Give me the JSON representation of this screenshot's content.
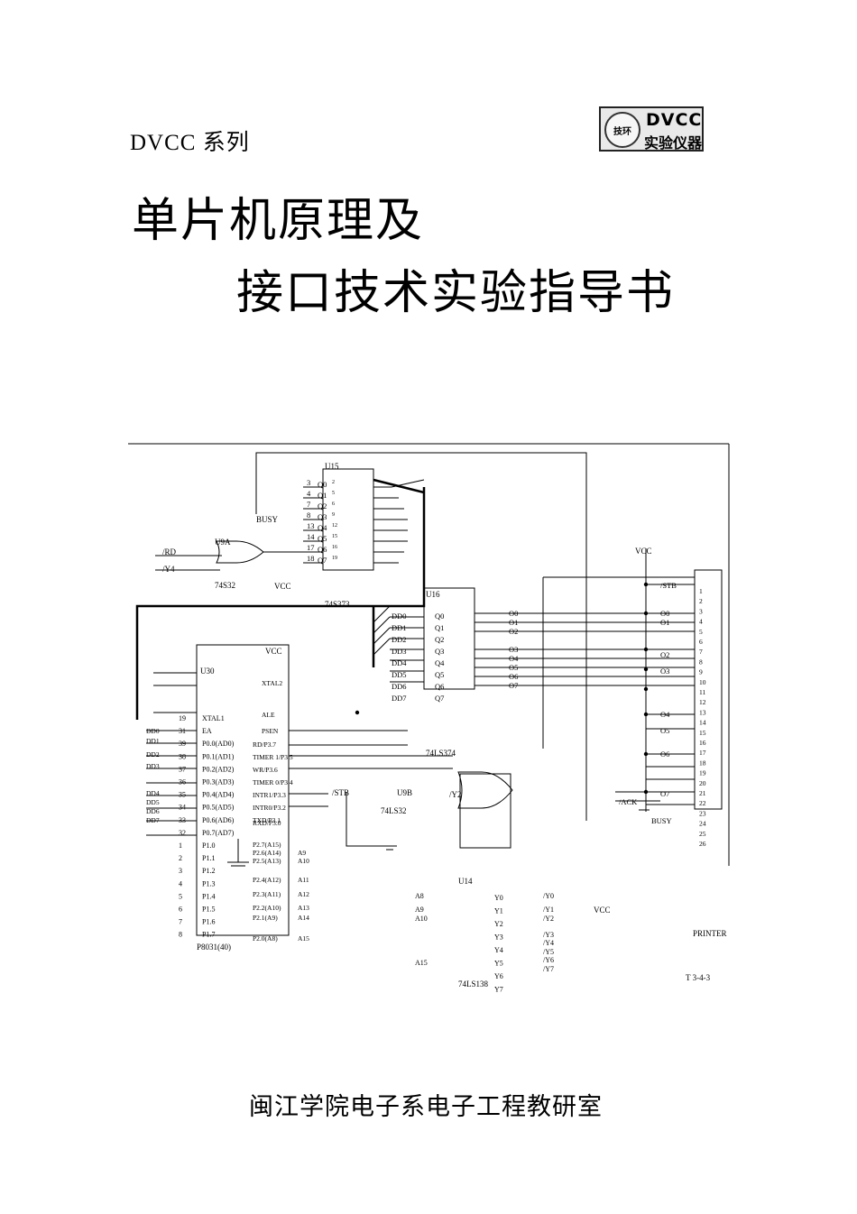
{
  "header": {
    "series": "DVCC  系列"
  },
  "logo": {
    "brand": "DVCC",
    "subtitle": "实验仪器",
    "emblem": "技环"
  },
  "title": {
    "line1": "单片机原理及",
    "line2": "接口技术实验指导书"
  },
  "circuit": {
    "figure_label": "T 3-4-3",
    "u15": {
      "name": "U15",
      "part": "74S373",
      "d_pins": [
        "3",
        "4",
        "7",
        "8",
        "13",
        "14",
        "17",
        "18"
      ],
      "q": [
        "Q0",
        "Q1",
        "Q2",
        "Q3",
        "Q4",
        "Q5",
        "Q6",
        "Q7"
      ],
      "q_pins": [
        "2",
        "5",
        "6",
        "9",
        "12",
        "15",
        "16",
        "19"
      ]
    },
    "u16": {
      "name": "U16",
      "part": "74LS374",
      "inputs": [
        "DD0",
        "DD1",
        "DD2",
        "DD3",
        "DD4",
        "DD5",
        "DD6",
        "DD7"
      ],
      "outputs": [
        "Q0",
        "Q1",
        "Q2",
        "Q3",
        "Q4",
        "Q5",
        "Q6",
        "Q7"
      ]
    },
    "u9a": {
      "name": "U9A",
      "part": "74S32",
      "in1": "/RD",
      "in2": "/Y4",
      "vcc": "VCC"
    },
    "u9b": {
      "name": "U9B",
      "part": "74LS32",
      "in1": "/STB",
      "in2": "/Y2"
    },
    "u30": {
      "name": "U30",
      "part": "P8031(40)",
      "left_pins": [
        "19",
        "31",
        "39",
        "38",
        "37",
        "36",
        "35",
        "34",
        "33",
        "32",
        "1",
        "2",
        "3",
        "4",
        "5",
        "6",
        "7",
        "8"
      ],
      "left_labels": [
        "XTAL1",
        "EA",
        "P0.0(AD0)",
        "P0.1(AD1)",
        "P0.2(AD2)",
        "P0.3(AD3)",
        "P0.4(AD4)",
        "P0.5(AD5)",
        "P0.6(AD6)",
        "P0.7(AD7)",
        "P1.0",
        "P1.1",
        "P1.2",
        "P1.3",
        "P1.4",
        "P1.5",
        "P1.6",
        "P1.7"
      ],
      "right_labels": [
        "XTAL2",
        "ALE",
        "PSEN",
        "RD/P3.7",
        "TIMER 1/P3.5",
        "WR/P3.6",
        "TIMER 0/P3.4",
        "INTR1/P3.3",
        "INTR0/P3.2",
        "TXD/P3.1",
        "RXD/P3.0",
        "P2.7(A15)",
        "P2.6(A14)",
        "P2.5(A13)",
        "P2.4(A12)",
        "P2.3(A11)",
        "P2.2(A10)",
        "P2.1(A9)",
        "P2.0(A8)"
      ],
      "right_nets": [
        "A9",
        "A10",
        "A11",
        "A12",
        "A13",
        "A14",
        "A15"
      ]
    },
    "u14": {
      "name": "U14",
      "part": "74LS138",
      "inputs": [
        "A8",
        "A9",
        "A10",
        "A15"
      ],
      "outputs": [
        "Y0",
        "Y1",
        "Y2",
        "Y3",
        "Y4",
        "Y5",
        "Y6",
        "Y7"
      ],
      "nets": [
        "/Y0",
        "/Y1",
        "/Y2",
        "/Y3",
        "/Y4",
        "/Y5",
        "/Y6",
        "/Y7"
      ]
    },
    "printer": {
      "name": "PRINTER",
      "signals": [
        "/STB",
        "O0",
        "O1",
        "O2",
        "O3",
        "O4",
        "O5",
        "O6",
        "O7",
        "/ACK",
        "BUSY",
        "VCC"
      ],
      "pins": [
        "1",
        "2",
        "3",
        "4",
        "5",
        "6",
        "7",
        "8",
        "9",
        "10",
        "11",
        "12",
        "13",
        "14",
        "15",
        "16",
        "17",
        "18",
        "19",
        "20",
        "21",
        "22",
        "23",
        "24",
        "25",
        "26"
      ]
    },
    "nets": {
      "dd": [
        "DD0",
        "DD1",
        "DD2",
        "DD3",
        "DD4",
        "DD5",
        "DD6",
        "DD7"
      ],
      "o": [
        "O0",
        "O1",
        "O2",
        "O3",
        "O4",
        "O5",
        "O6",
        "O7"
      ],
      "busy": "BUSY",
      "vcc": "VCC"
    }
  },
  "footer": {
    "institution": "闽江学院电子系电子工程教研室"
  }
}
